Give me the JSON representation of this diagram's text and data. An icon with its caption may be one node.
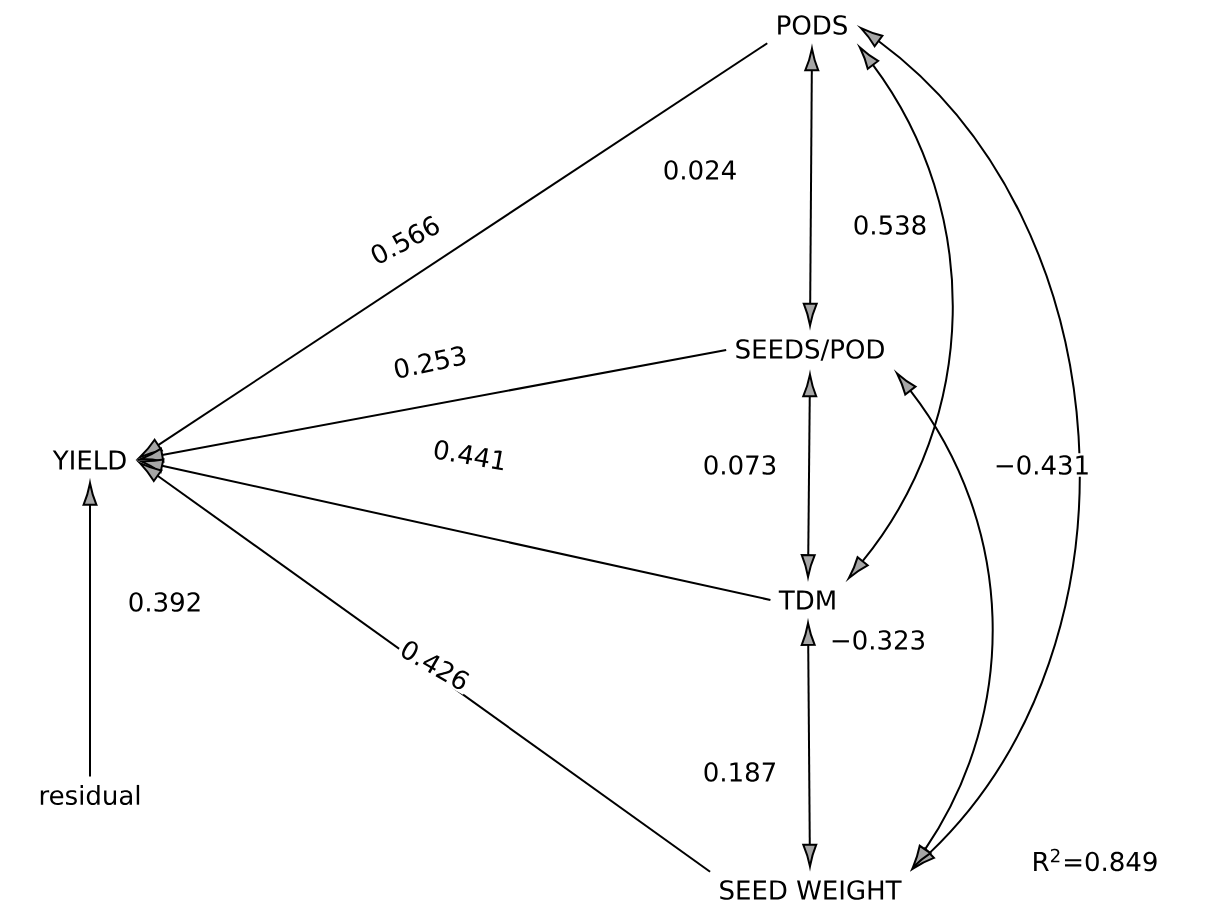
{
  "diagram": {
    "nodes": [
      {
        "text": [
          "PODS"
        ]
      },
      {
        "text": [
          "SEEDS/POD"
        ]
      },
      {
        "text": [
          "YIELD"
        ]
      },
      {
        "text": [
          "TDM"
        ]
      },
      {
        "text": [
          "SEED WEIGHT"
        ]
      },
      {
        "text": [
          "residual"
        ]
      }
    ],
    "edges": [
      {
        "from": 0,
        "to": 2,
        "arrow": "to",
        "label": "0.566"
      },
      {
        "from": 1,
        "to": 2,
        "arrow": "to",
        "label": "0.253"
      },
      {
        "from": 3,
        "to": 2,
        "arrow": "to",
        "label": "0.441"
      },
      {
        "from": 4,
        "to": 2,
        "arrow": "to",
        "label": "0.426"
      },
      {
        "from": 5,
        "to": 2,
        "arrow": "to",
        "label": "0.392"
      },
      {
        "from": 0,
        "to": 1,
        "arrow": "both",
        "label": "0.024"
      },
      {
        "from": 0,
        "to": 3,
        "arrow": "both",
        "label": "0.538"
      },
      {
        "from": 1,
        "to": 3,
        "arrow": "both",
        "label": "0.073"
      },
      {
        "from": 0,
        "to": 4,
        "arrow": "both",
        "label": "−0.431"
      },
      {
        "from": 1,
        "to": 4,
        "arrow": "both",
        "label": "−0.323"
      },
      {
        "from": 3,
        "to": 4,
        "arrow": "both",
        "label": "0.187"
      }
    ],
    "labels": [
      "R$^{2}$=0.849"
    ]
  }
}
